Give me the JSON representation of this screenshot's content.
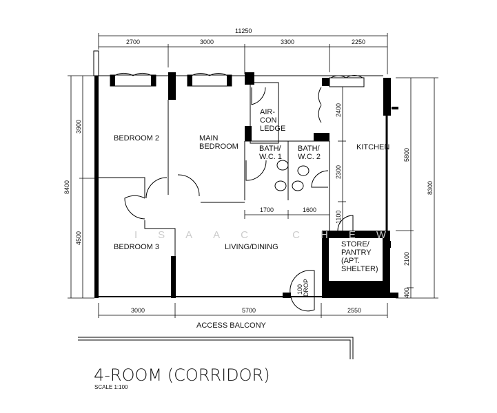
{
  "title": "4-ROOM (CORRIDOR)",
  "scale": "SCALE  1:100",
  "watermark": "ISAAC CHEW",
  "rooms": {
    "bedroom2": "BEDROOM 2",
    "main_bedroom": [
      "MAIN",
      "BEDROOM"
    ],
    "aircon_ledge": [
      "AIR-",
      "CON",
      "LEDGE"
    ],
    "bath1": [
      "BATH/",
      "W.C. 1"
    ],
    "bath2": [
      "BATH/",
      "W.C. 2"
    ],
    "kitchen": "KITCHEN",
    "bedroom3": "BEDROOM 3",
    "living_dining": "LIVING/DINING",
    "store": [
      "STORE/",
      "PANTRY",
      "(APT.",
      "SHELTER)"
    ],
    "drop": [
      "100",
      "DROP"
    ],
    "access_balcony": "ACCESS BALCONY"
  },
  "dimensions": {
    "top_total": "11250",
    "top": [
      "2700",
      "3000",
      "3300",
      "2250"
    ],
    "bottom": [
      "3000",
      "5700",
      "2550"
    ],
    "left_total": "8400",
    "left": [
      "3900",
      "4500"
    ],
    "right_total": "8300",
    "right": [
      "5800",
      "2100",
      "400"
    ],
    "kitchen": [
      "2400",
      "2300",
      "1100"
    ],
    "baths": [
      "1700",
      "1600"
    ]
  }
}
